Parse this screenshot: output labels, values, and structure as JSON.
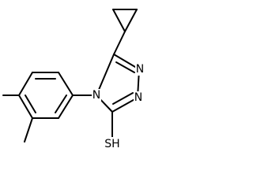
{
  "molecule": {
    "atoms": {
      "n_triazole_1": "N",
      "n_triazole_2": "N",
      "n_triazole_4": "N",
      "thiol": "SH"
    }
  }
}
